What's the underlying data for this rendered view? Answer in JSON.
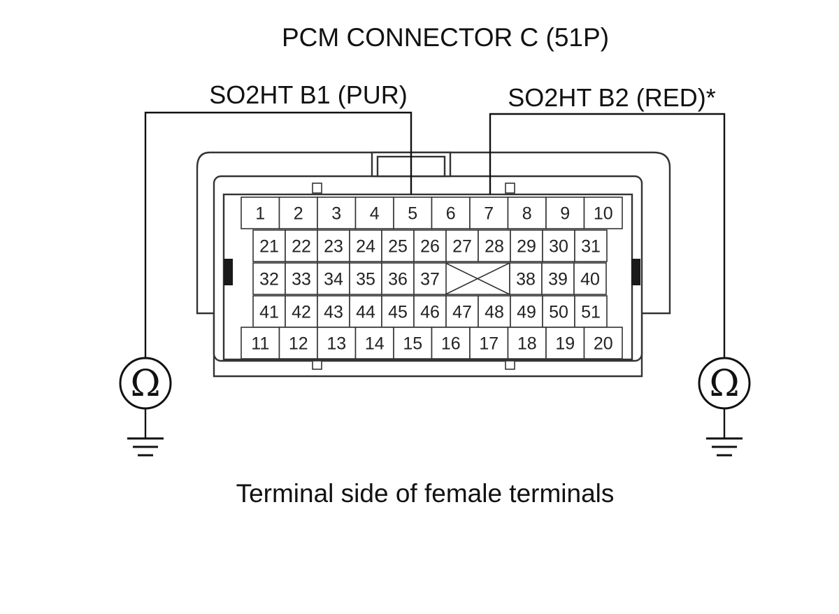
{
  "title": "PCM CONNECTOR C (51P)",
  "wire_left_label": "SO2HT B1 (PUR)",
  "wire_right_label": "SO2HT B2 (RED)*",
  "caption": "Terminal side of female terminals",
  "meter_symbol": "Ω",
  "ground_icon": "ground-symbol-icon",
  "connector": {
    "row1": [
      "1",
      "2",
      "3",
      "4",
      "5",
      "6",
      "7",
      "8",
      "9",
      "10"
    ],
    "row2": [
      "21",
      "22",
      "23",
      "24",
      "25",
      "26",
      "27",
      "28",
      "29",
      "30",
      "31"
    ],
    "row3_left": [
      "32",
      "33",
      "34",
      "35",
      "36",
      "37"
    ],
    "row3_right": [
      "38",
      "39",
      "40"
    ],
    "row4": [
      "41",
      "42",
      "43",
      "44",
      "45",
      "46",
      "47",
      "48",
      "49",
      "50",
      "51"
    ],
    "row5": [
      "11",
      "12",
      "13",
      "14",
      "15",
      "16",
      "17",
      "18",
      "19",
      "20"
    ]
  }
}
